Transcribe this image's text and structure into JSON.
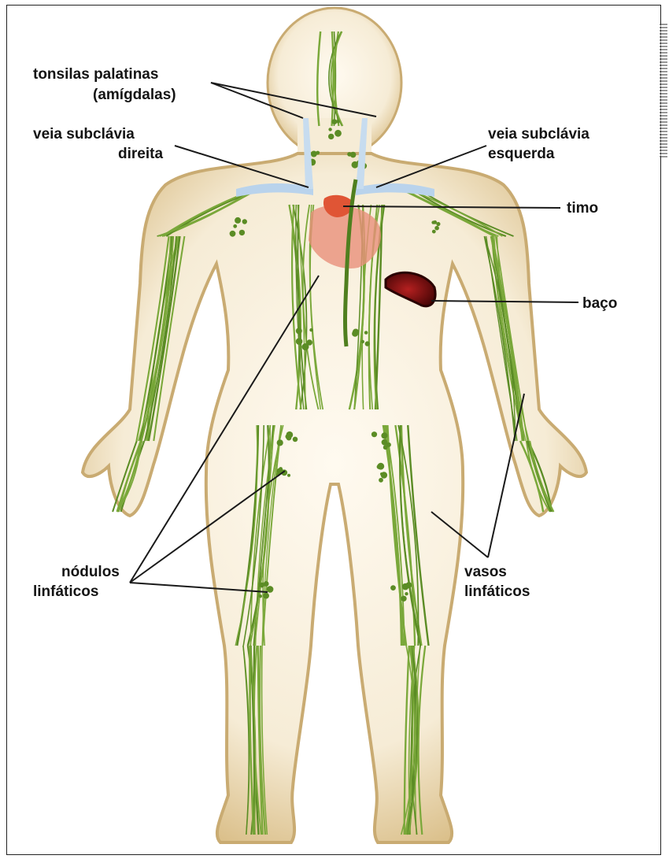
{
  "figure": {
    "labels": {
      "tonsils_line1": "tonsilas palatinas",
      "tonsils_line2": "(amígdalas)",
      "subclavian_right_line1": "veia subclávia",
      "subclavian_right_line2": "direita",
      "subclavian_left_line1": "veia subclávia",
      "subclavian_left_line2": "esquerda",
      "thymus": "timo",
      "spleen": "baço",
      "nodes_line1": "nódulos",
      "nodes_line2": "linfáticos",
      "vessels_line1": "vasos",
      "vessels_line2": "linfáticos"
    },
    "colors": {
      "skin_edge": "#c9ab72",
      "skin_fill": "#f6ecd6",
      "skin_center": "#fffaf0",
      "lymph": "#7aa83a",
      "lymph_dark": "#5b8c25",
      "vein": "#b9d3ec",
      "heart": "#e9907a",
      "thymus": "#e05535",
      "spleen": "#7a1010",
      "leader": "#1a1a1a"
    }
  }
}
